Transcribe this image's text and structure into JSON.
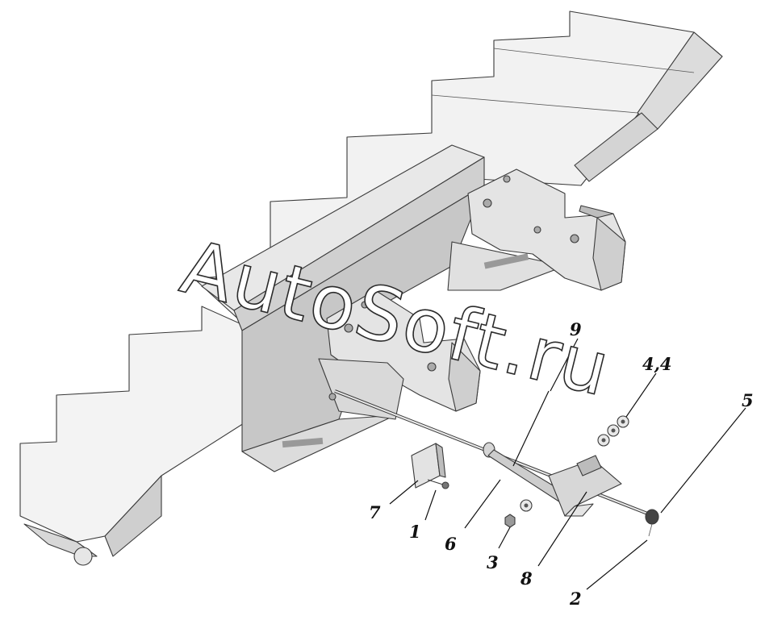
{
  "watermark": "AutoSoft.ru",
  "callouts": {
    "c1": "1",
    "c2": "2",
    "c3": "3",
    "c4": "4,4",
    "c5": "5",
    "c6": "6",
    "c7": "7",
    "c8": "8",
    "c9": "9"
  },
  "colors": {
    "panel_top": "#f4f4f4",
    "panel_side": "#d6d6d6",
    "bracket": "#e2e2e2",
    "line": "#3a3a3a"
  }
}
